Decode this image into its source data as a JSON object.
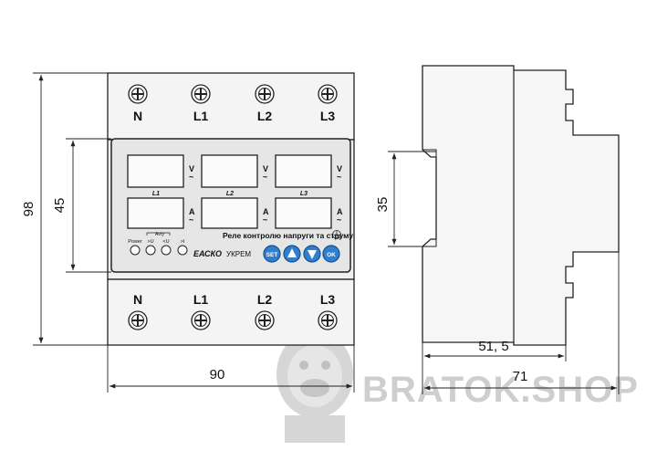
{
  "front_view": {
    "terminals_top": [
      "N",
      "L1",
      "L2",
      "L3"
    ],
    "terminals_bottom": [
      "N",
      "L1",
      "L2",
      "L3"
    ],
    "phase_labels": [
      "L1",
      "L2",
      "L3"
    ],
    "unit_voltage": "V",
    "unit_current": "A",
    "tilde": "~",
    "indicator_labels": [
      "Power",
      ">U",
      "<U",
      ">I"
    ],
    "indicator_group_label": "Avry",
    "device_title": "Реле контролю напруги та струму",
    "brand": "ЕАСКО",
    "brand_suffix": "УКРЕМ",
    "buttons": [
      "SET",
      "▲",
      "▼",
      "OK"
    ]
  },
  "dimensions": {
    "total_height": "98",
    "panel_height": "45",
    "width": "90",
    "rail_height": "35",
    "depth_front": "51, 5",
    "depth_total": "71"
  },
  "watermark": {
    "text": "BRATOK.SHOP"
  },
  "colors": {
    "line": "#222222",
    "body": "#efefef",
    "panel": "#dcdcdc",
    "button_blue": "#2f7fd0",
    "watermark": "#c8c8c8"
  }
}
